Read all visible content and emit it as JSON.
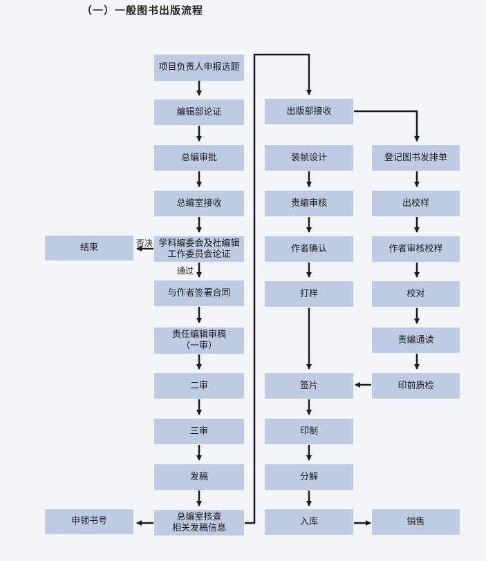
{
  "title": "（一）一般图书出版流程",
  "col1": {
    "step1": "项目负责人申报选题",
    "step2": "编辑部论证",
    "step3": "总编审批",
    "step4": "总编室接收",
    "step5_line1": "学科编委会及社编辑",
    "step5_line2": "工作委员会论证",
    "step6": "与作者签署合同",
    "step7_line1": "责任编辑审稿",
    "step7_line2": "（一审）",
    "step8": "二审",
    "step9": "三审",
    "step10": "发稿",
    "step11_line1": "总编室核查",
    "step11_line2": "相关发稿信息"
  },
  "col0": {
    "end": "结束",
    "book_number": "申领书号"
  },
  "col2": {
    "step1": "出版部接收",
    "step2": "装帧设计",
    "step3": "责编审核",
    "step4": "作者确认",
    "step5": "打样",
    "step6": "签片",
    "step7": "印制",
    "step8": "分解",
    "step9": "入库"
  },
  "col3": {
    "step1": "登记图书发排单",
    "step2": "出校样",
    "step3": "作者审核校样",
    "step4": "校对",
    "step5": "责编通读",
    "step6": "印前质检",
    "step7": "销售"
  },
  "labels": {
    "reject": "否决",
    "pass": "通过"
  },
  "colors": {
    "box": "#bfcbe3",
    "background": "#f4f5f9",
    "arrow": "#1a1a1a"
  }
}
